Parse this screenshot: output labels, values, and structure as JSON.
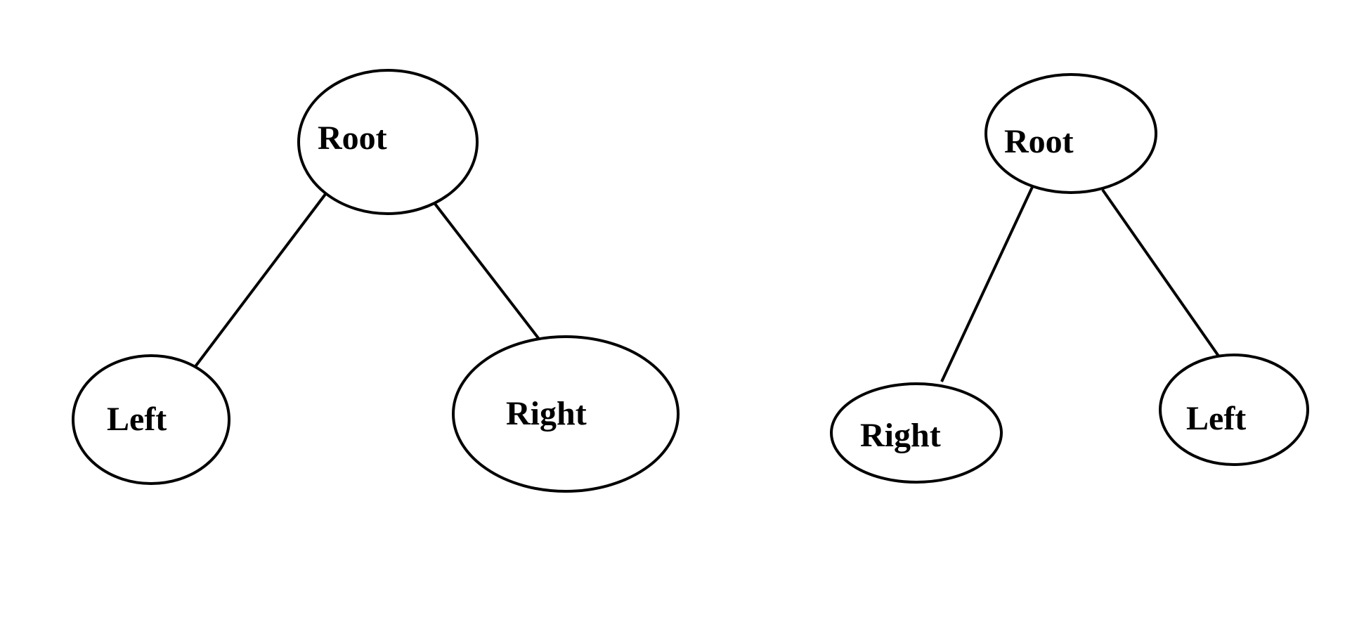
{
  "trees": [
    {
      "root": {
        "label": "Root"
      },
      "left_child": {
        "label": "Left"
      },
      "right_child": {
        "label": "Right"
      }
    },
    {
      "root": {
        "label": "Root"
      },
      "left_child": {
        "label": "Right"
      },
      "right_child": {
        "label": "Left"
      }
    }
  ],
  "colors": {
    "stroke": "#000000",
    "background": "#ffffff",
    "text": "#000000"
  }
}
